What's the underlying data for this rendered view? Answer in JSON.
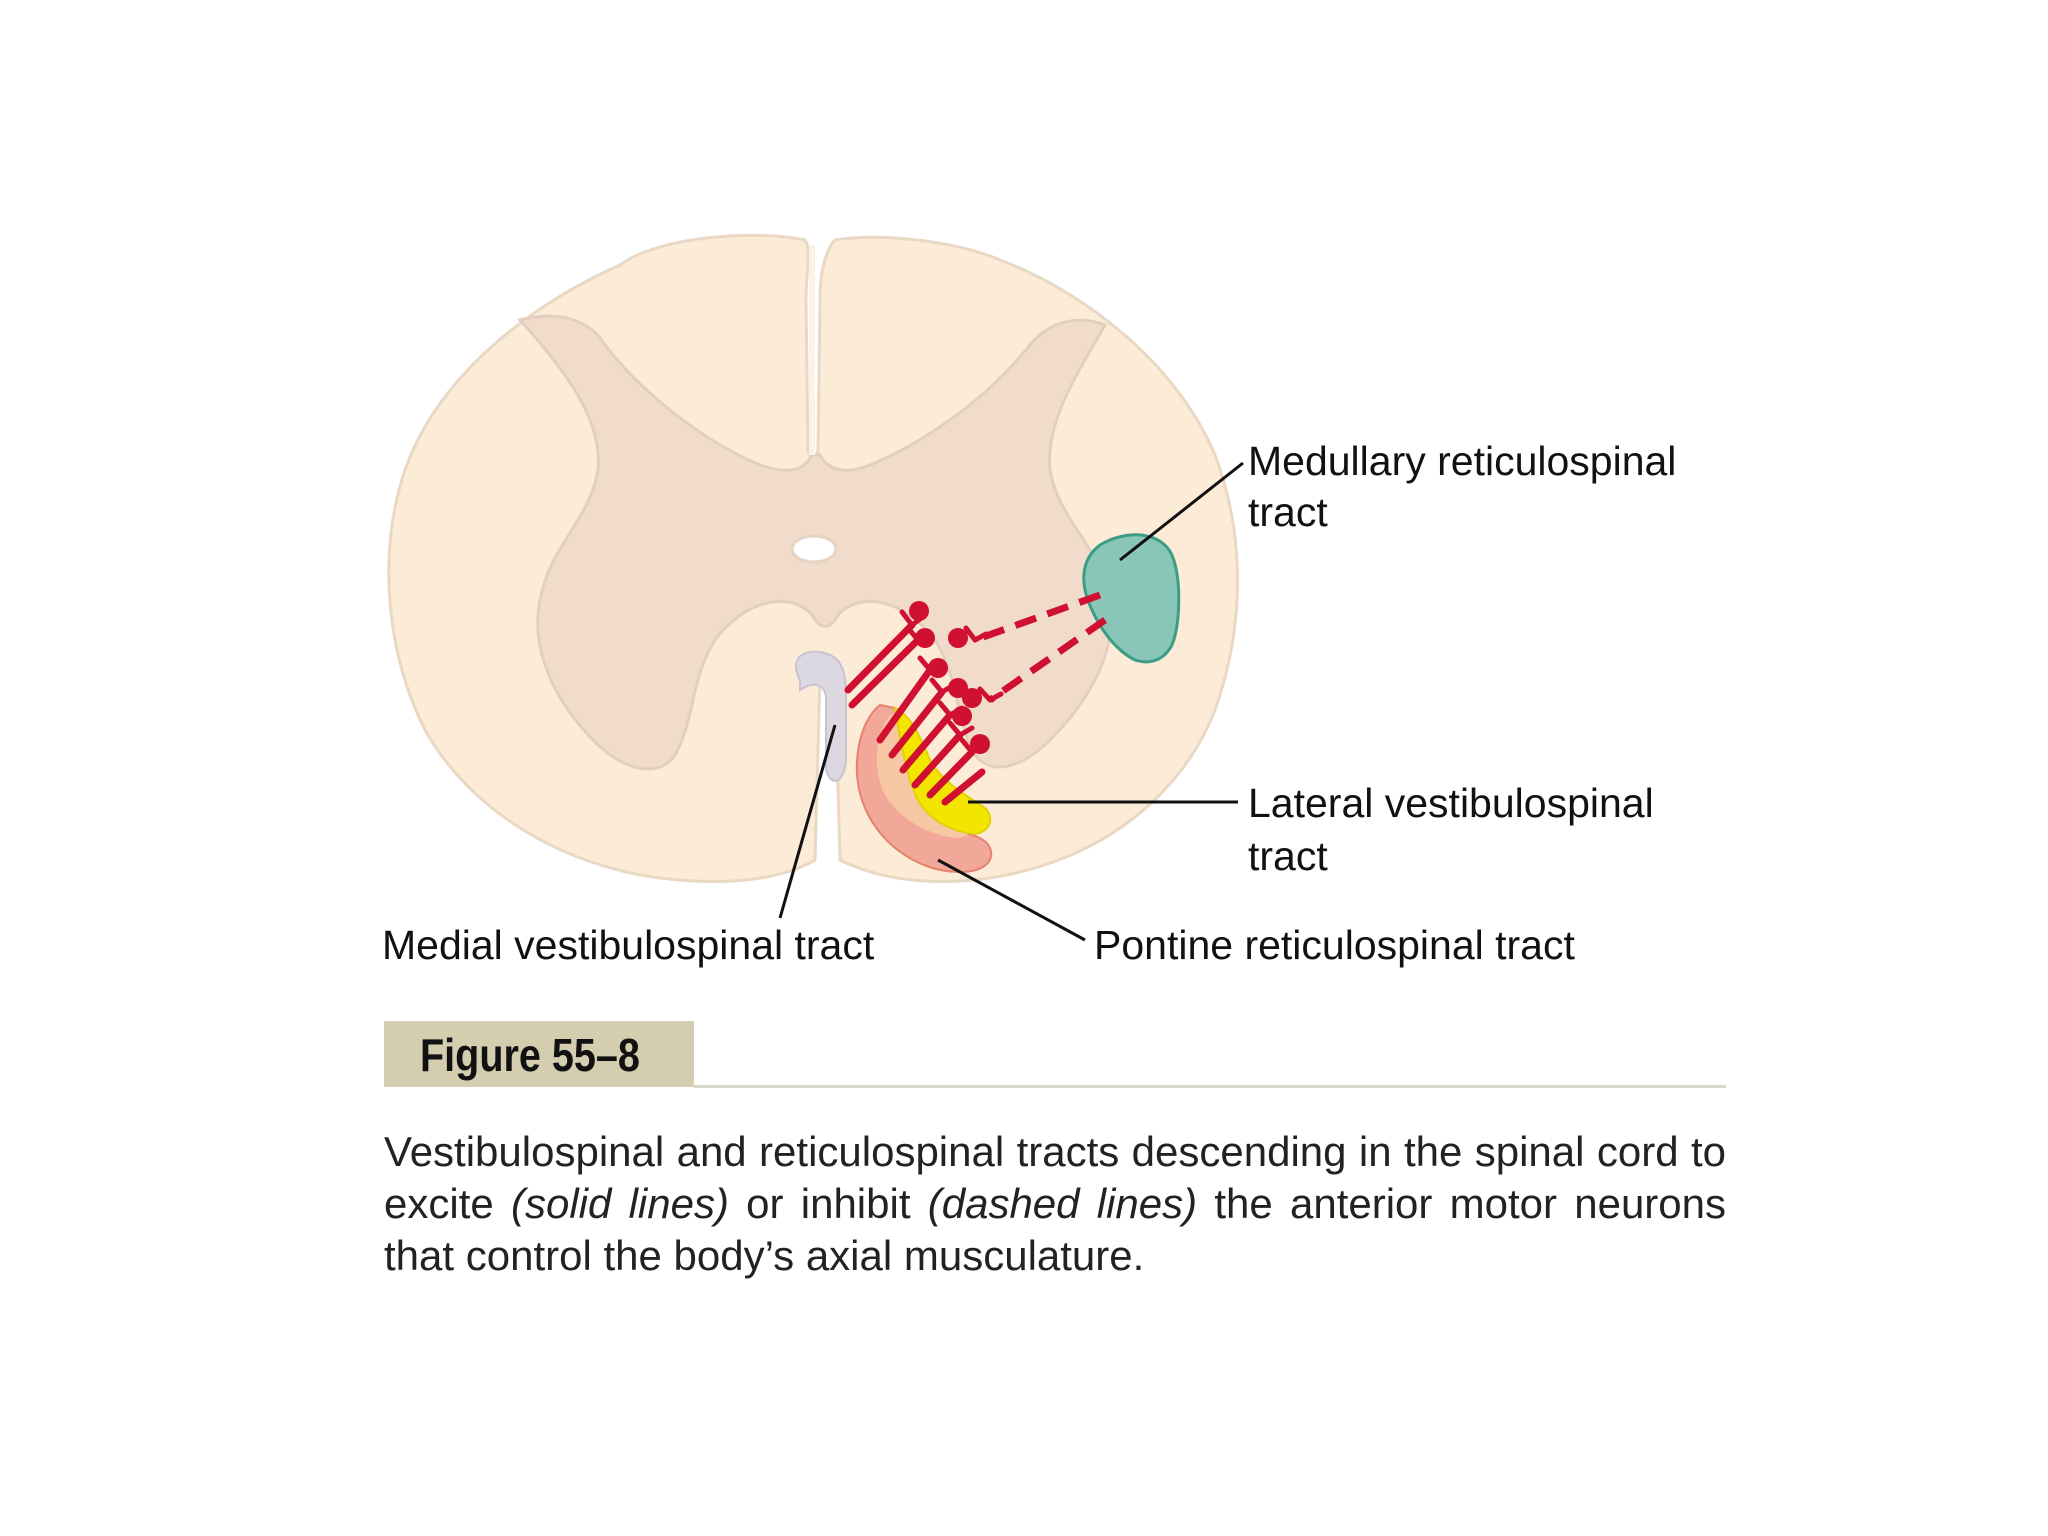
{
  "labels": {
    "medullary_line1": "Medullary reticulospinal",
    "medullary_line2": "tract",
    "lateral_line1": "Lateral vestibulospinal",
    "lateral_line2": "tract",
    "medial": "Medial vestibulospinal tract",
    "pontine": "Pontine reticulospinal tract"
  },
  "figure": {
    "number": "Figure 55–8"
  },
  "caption": {
    "part1": "Vestibulospinal and reticulospinal tracts descending in the spinal cord to excite ",
    "solid": "(solid lines)",
    "part2": " or inhibit ",
    "dashed": "(dashed lines)",
    "part3": " the anterior motor neurons that control the body’s axial musculature."
  },
  "colors": {
    "white_matter": "#fcebd6",
    "gray_matter": "#f1dccb",
    "outline": "#e7d5c5",
    "medullary_tract": "#8ac6b8",
    "medullary_edge": "#3d9c86",
    "lateral_tract": "#f2e600",
    "pontine_tract": "#f1a08f",
    "medial_tract": "#dcd8e2",
    "neuron_red": "#d01030"
  }
}
